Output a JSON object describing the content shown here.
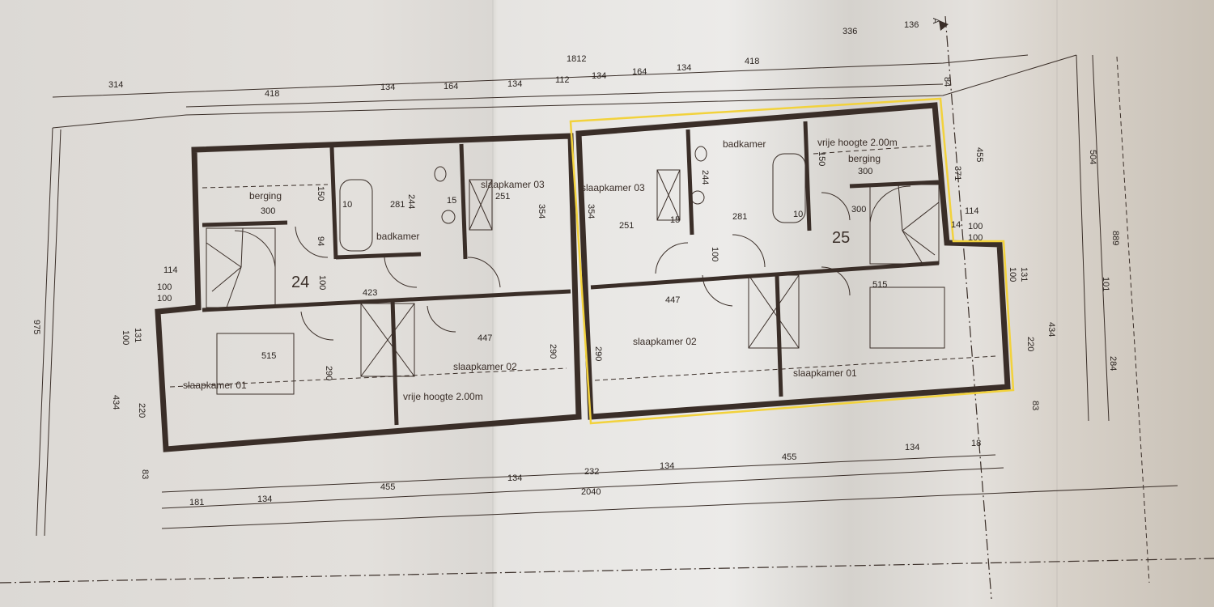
{
  "document": {
    "type": "floor plan (bovenverdieping)",
    "section_marker": "A",
    "highlight_color": "#f2d23c",
    "ink_color": "#3a2e28"
  },
  "units": [
    {
      "number": "24",
      "rooms": {
        "berging": {
          "label": "berging",
          "width": "300",
          "depth": "150"
        },
        "badkamer": {
          "label": "badkamer",
          "dims": [
            "281",
            "244",
            "15",
            "10"
          ]
        },
        "slaapkamer_03": {
          "label": "slaapkamer 03",
          "width": "251",
          "depth": "354"
        },
        "slaapkamer_02": {
          "label": "slaapkamer 02",
          "width": "447",
          "depth": "290"
        },
        "slaapkamer_01": {
          "label": "slaapkamer 01",
          "width": "515",
          "depth": "290"
        },
        "hall": {
          "dims": [
            "423",
            "100",
            "94",
            "10"
          ]
        }
      },
      "note": "vrije hoogte 2.00m"
    },
    {
      "number": "25",
      "rooms": {
        "berging": {
          "label": "berging",
          "width": "300",
          "depth": "150"
        },
        "badkamer": {
          "label": "badkamer",
          "dims": [
            "281",
            "244",
            "15",
            "10"
          ]
        },
        "slaapkamer_03": {
          "label": "slaapkamer 03",
          "width": "251",
          "depth": "354"
        },
        "slaapkamer_02": {
          "label": "slaapkamer 02",
          "width": "447",
          "depth": "290"
        },
        "slaapkamer_01": {
          "label": "slaapkamer 01",
          "width": "515"
        },
        "hall": {
          "dims": [
            "300",
            "100",
            "10"
          ]
        }
      },
      "note": "vrije hoogte 2.00m",
      "highlighted": true
    }
  ],
  "dimensions": {
    "top_overall": "1812",
    "top_left": "314",
    "top_row": [
      "418",
      "134",
      "164",
      "134",
      "112",
      "134",
      "164",
      "134",
      "418"
    ],
    "top_right": [
      "336",
      "136"
    ],
    "bottom_overall": "2040",
    "bottom_row": [
      "181",
      "134",
      "455",
      "134",
      "232",
      "134",
      "455",
      "134",
      "18"
    ],
    "left_overall": "975",
    "left_side": [
      "434",
      "131",
      "100",
      "220",
      "83"
    ],
    "left_steps": [
      "114",
      "100",
      "100"
    ],
    "right_side": [
      "84",
      "371",
      "455",
      "114",
      "100",
      "100",
      "14",
      "131",
      "100",
      "220",
      "83",
      "434"
    ],
    "right_outer": [
      "504",
      "889",
      "101",
      "284"
    ]
  }
}
